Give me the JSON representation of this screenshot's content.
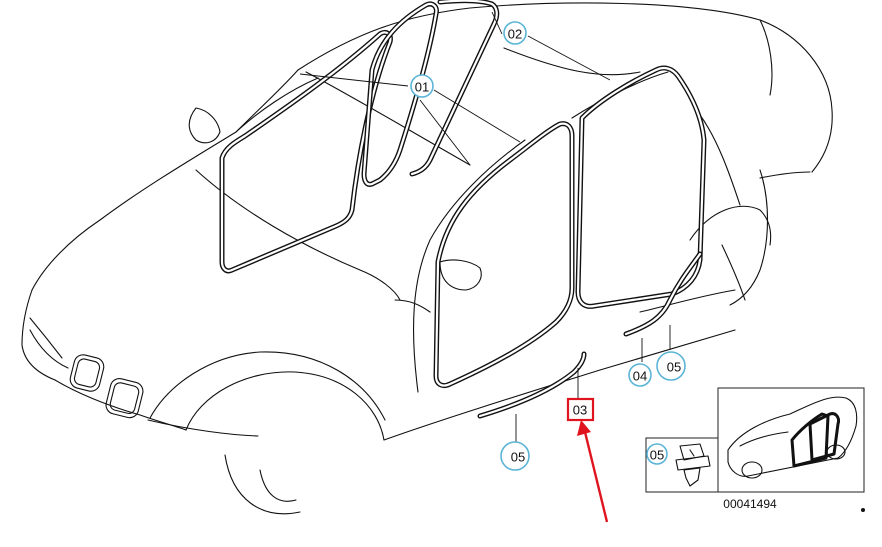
{
  "callouts": {
    "c01": "01",
    "c02": "02",
    "c03": "03",
    "c04": "04",
    "c05_front_sill": "05",
    "c05_rear_sill": "05",
    "c05_inset": "05"
  },
  "diagram_code": "00041494",
  "colors": {
    "callout_ring": "#5ab4d6",
    "highlight": "#e0141e",
    "line": "#111111"
  },
  "icons": {
    "arrow": "red-arrow-pointing-to-03",
    "clip": "trim-clip-icon",
    "car_thumbnail": "car-thumbnail-icon"
  }
}
